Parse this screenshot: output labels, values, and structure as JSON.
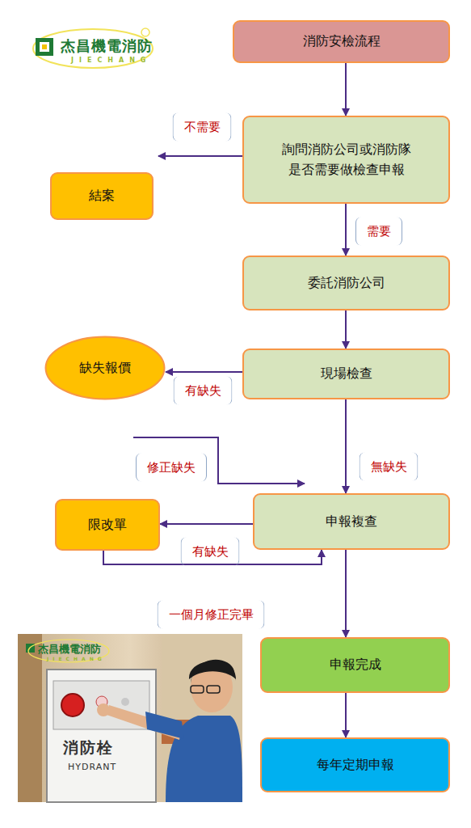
{
  "diagram": {
    "title": "消防安檢流程",
    "nodes": [
      {
        "text": [
          "消防安檢流程"
        ]
      },
      {
        "text": [
          "詢問消防公司或消防隊 是否需要做檢查申報"
        ]
      },
      {
        "text": [
          "結案"
        ]
      },
      {
        "text": [
          "委託消防公司"
        ]
      },
      {
        "text": [
          "現場檢查"
        ]
      },
      {
        "text": [
          "缺失報價"
        ]
      },
      {
        "text": [
          "申報複查"
        ]
      },
      {
        "text": [
          "限改單"
        ]
      },
      {
        "text": [
          "申報完成"
        ]
      },
      {
        "text": [
          "每年定期申報"
        ]
      }
    ],
    "edges": [
      {
        "from": 0,
        "to": 1,
        "arrow": "to"
      },
      {
        "from": 1,
        "to": 2,
        "label": "不需要",
        "arrow": "to"
      },
      {
        "from": 1,
        "to": 3,
        "label": "需要",
        "arrow": "to"
      },
      {
        "from": 3,
        "to": 4,
        "arrow": "to"
      },
      {
        "from": 4,
        "to": 5,
        "label": "有缺失",
        "arrow": "to"
      },
      {
        "from": 4,
        "to": 6,
        "label": "無缺失",
        "arrow": "to"
      },
      {
        "from": 6,
        "to": 7,
        "label": "有缺失",
        "arrow": "to"
      },
      {
        "from": 7,
        "to": 6,
        "label": "一個月修正完畢",
        "arrow": "to"
      },
      {
        "from": 6,
        "to": 8,
        "arrow": "to"
      },
      {
        "from": 8,
        "to": 9,
        "arrow": "to"
      }
    ],
    "labels": [
      "杰昌機電消防",
      "JIECHANG",
      "修正缺失",
      "杰昌機電消防",
      "JIECHANG",
      "消防栓",
      "HYDRANT"
    ]
  }
}
